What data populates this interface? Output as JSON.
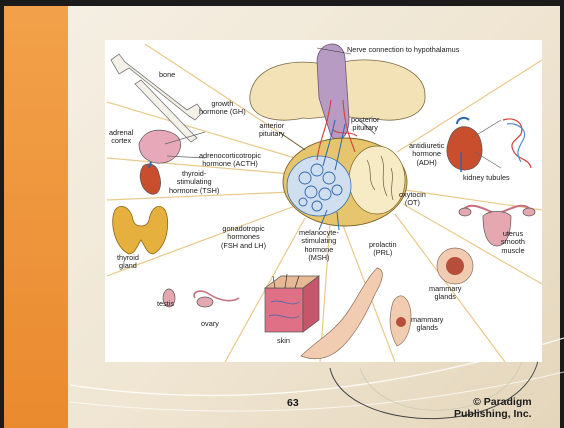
{
  "labels": {
    "nerve": "Nerve connection to hypothalamus",
    "bone": "bone",
    "gh": "growth\nhormone (GH)",
    "anterior": "anterior\npituitary",
    "posterior": "posterior\npituitary",
    "adrenal_cortex": "adrenal\ncortex",
    "acth": "adrenocorticotropic\nhormone (ACTH)",
    "adh": "antidiuretic\nhormone\n(ADH)",
    "kidney": "kidney tubules",
    "tsh": "thyroid-\nstimulating\nhormone (TSH)",
    "ot": "oxytocin\n(OT)",
    "thyroid": "thyroid\ngland",
    "fsh_lh": "gonadotropic\nhormones\n(FSH and LH)",
    "msh": "melanocyte-\nstimulating\nhormone\n(MSH)",
    "prl": "prolactin\n(PRL)",
    "uterus": "uterus\nsmooth\nmuscle",
    "mammary_upper": "mammary\nglands",
    "testis": "testis",
    "ovary": "ovary",
    "mammary_lower": "mammary\nglands",
    "skin": "skin"
  },
  "footer": {
    "page_number": "63",
    "copyright": "© Paradigm\nPublishing, Inc."
  }
}
